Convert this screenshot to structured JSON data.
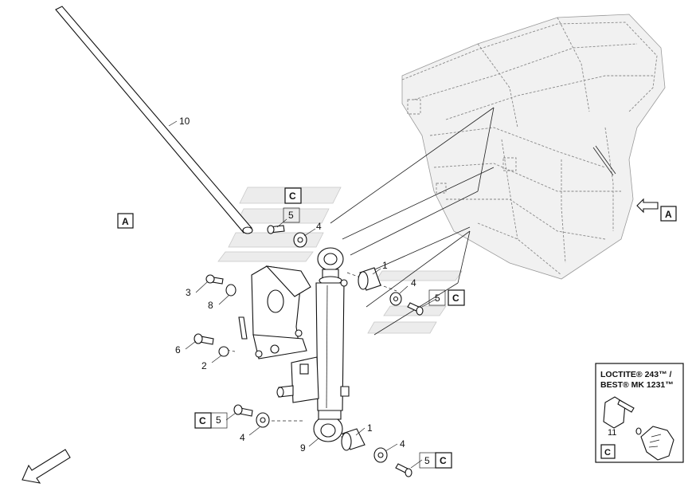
{
  "callouts": {
    "c10": "10",
    "c5_top": "5",
    "c4_top": "4",
    "c1_top": "1",
    "c4_right": "4",
    "c5_right": "5",
    "c3": "3",
    "c8": "8",
    "c6": "6",
    "c2": "2",
    "c5_bl": "5",
    "c4_bl": "4",
    "c9": "9",
    "c1_bot": "1",
    "c4_bot": "4",
    "c5_bot": "5"
  },
  "view_refs": {
    "a_left": "A",
    "a_right": "A"
  },
  "c_refs": {
    "c_top": "C",
    "c_right": "C",
    "c_bl": "C",
    "c_bot": "C"
  },
  "loctite": {
    "line1": "LOCTITE® 243™ /",
    "line2": "BEST® MK 1231™",
    "item": "11",
    "ref": "C"
  }
}
